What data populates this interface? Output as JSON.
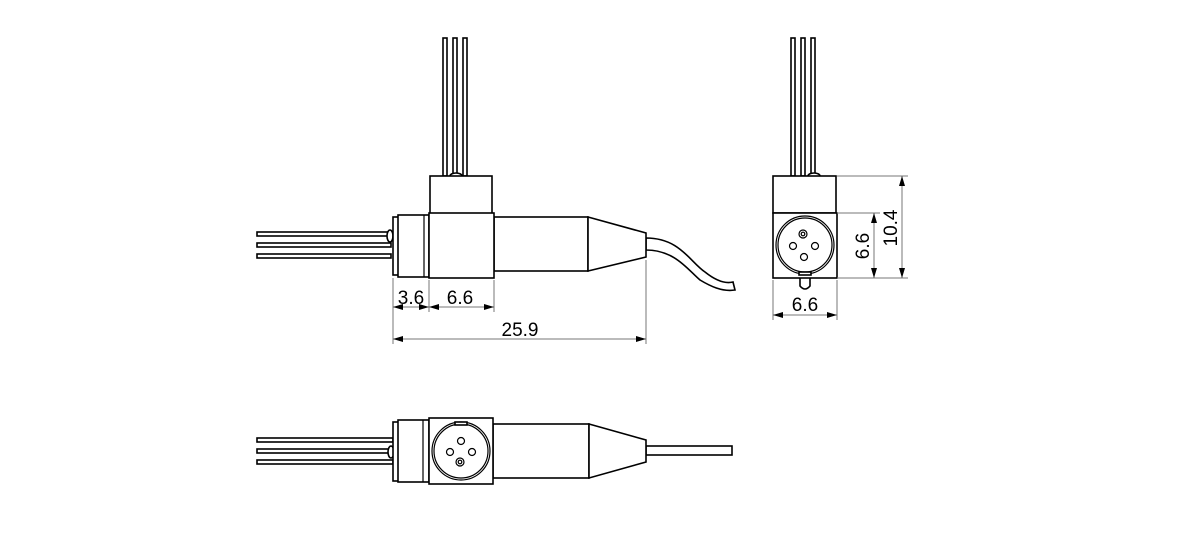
{
  "drawing": {
    "title": "Connector technical drawing",
    "dimensions": {
      "front_flange_width": "3.6",
      "front_body_width": "6.6",
      "front_total_length": "25.9",
      "side_width": "6.6",
      "side_body_height": "6.6",
      "side_total_height": "10.4"
    },
    "colors": {
      "line": "#000000",
      "dimension": "#777777",
      "background": "#ffffff"
    }
  }
}
